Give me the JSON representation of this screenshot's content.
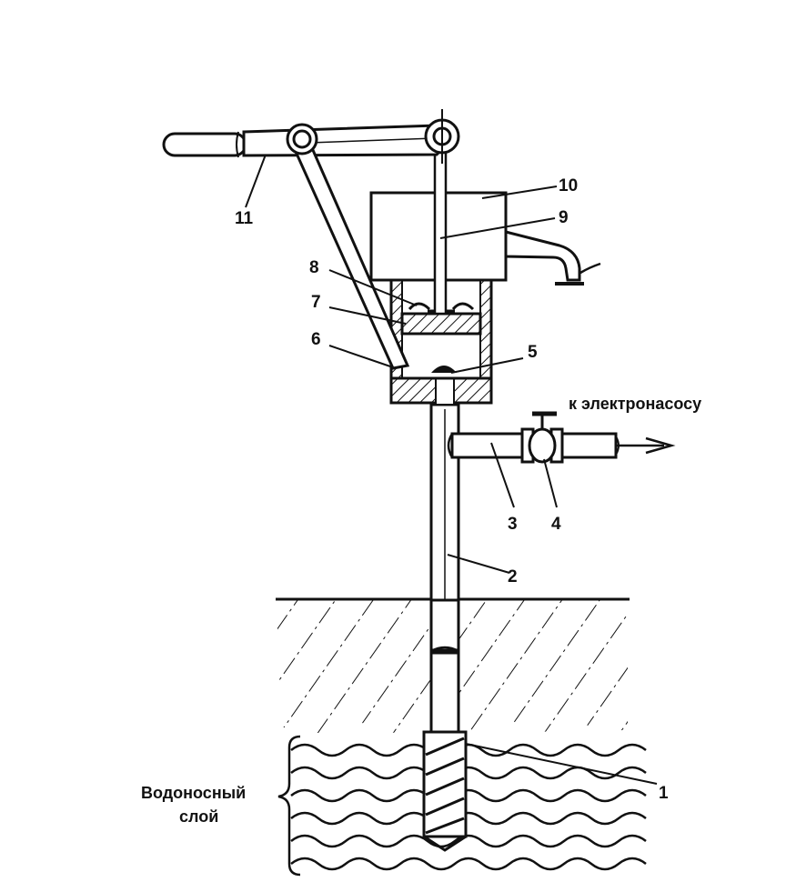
{
  "labels": {
    "n1": "1",
    "n2": "2",
    "n3": "3",
    "n4": "4",
    "n5": "5",
    "n6": "6",
    "n7": "7",
    "n8": "8",
    "n9": "9",
    "n10": "10",
    "n11": "11"
  },
  "captions": {
    "to_pump": "к электронасосу",
    "aquifer_line1": "Водоносный",
    "aquifer_line2": "слой"
  },
  "colors": {
    "ink": "#111111",
    "background": "#ffffff"
  }
}
